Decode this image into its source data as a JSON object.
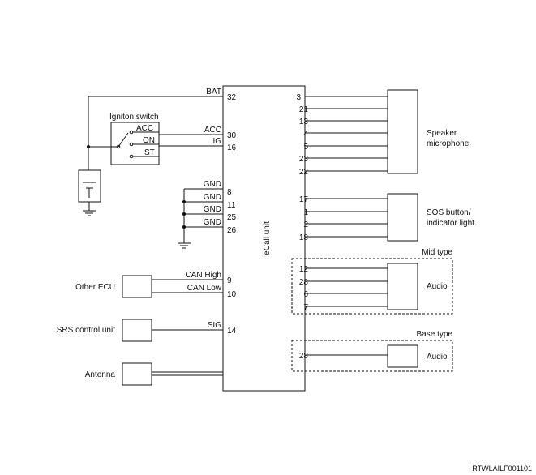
{
  "unit": {
    "label": "eCall unit"
  },
  "bat": {
    "label": "BAT",
    "pin": "32"
  },
  "ignition": {
    "title": "Igniton switch",
    "positions": [
      "ACC",
      "ON",
      "ST"
    ],
    "outputs": [
      {
        "label": "ACC",
        "pin": "30"
      },
      {
        "label": "IG",
        "pin": "16"
      }
    ]
  },
  "ground": {
    "pins": [
      {
        "label": "GND",
        "pin": "8"
      },
      {
        "label": "GND",
        "pin": "11"
      },
      {
        "label": "GND",
        "pin": "25"
      },
      {
        "label": "GND",
        "pin": "26"
      }
    ]
  },
  "other_ecu": {
    "label": "Other ECU",
    "lines": [
      {
        "label": "CAN High",
        "pin": "9"
      },
      {
        "label": "CAN Low",
        "pin": "10"
      }
    ]
  },
  "srs": {
    "label": "SRS control unit",
    "line": {
      "label": "SIG",
      "pin": "14"
    }
  },
  "antenna": {
    "label": "Antenna"
  },
  "speaker": {
    "label_line1": "Speaker",
    "label_line2": "microphone",
    "pins": [
      "3",
      "21",
      "13",
      "4",
      "5",
      "23",
      "22"
    ]
  },
  "sos": {
    "label_line1": "SOS button/",
    "label_line2": "indicator light",
    "pins": [
      "17",
      "1",
      "2",
      "18"
    ]
  },
  "mid_type": {
    "title": "Mid type",
    "label": "Audio",
    "pins": [
      "12",
      "28",
      "6",
      "7"
    ]
  },
  "base_type": {
    "title": "Base type",
    "label": "Audio",
    "pins": [
      "28"
    ]
  },
  "footer": {
    "code": "RTWLAILF001101"
  }
}
